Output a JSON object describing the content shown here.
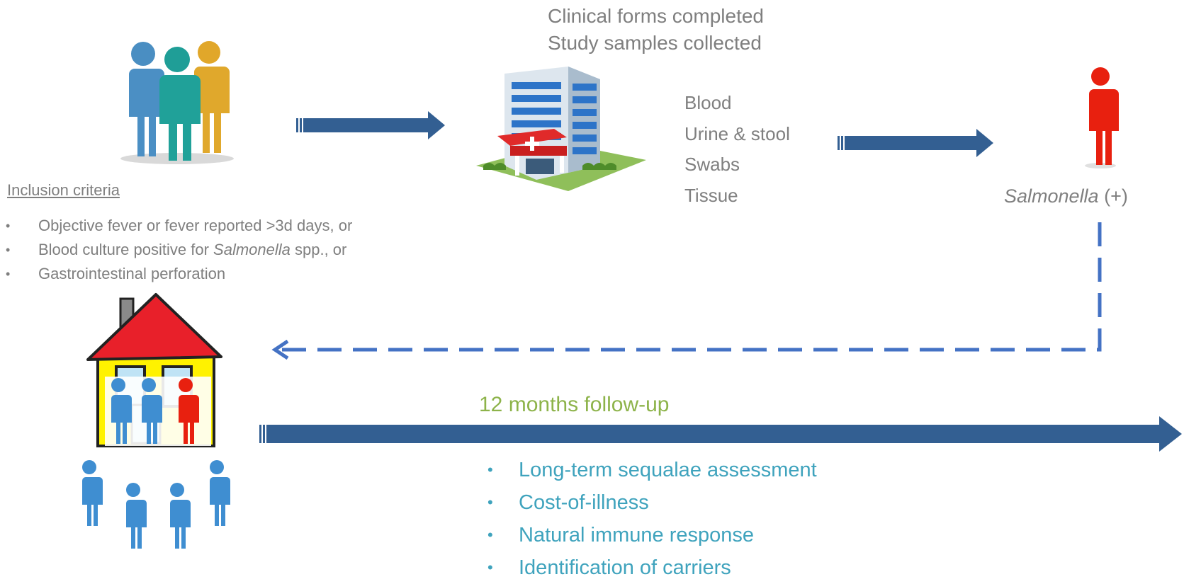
{
  "clinical": {
    "line1": "Clinical forms completed",
    "line2": "Study samples collected"
  },
  "samples": [
    "Blood",
    "Urine & stool",
    "Swabs",
    "Tissue"
  ],
  "inclusion": {
    "title": "Inclusion criteria",
    "bullet": "•",
    "criteria": [
      {
        "pre": "Objective fever or fever reported >3d days, or",
        "em": "",
        "post": ""
      },
      {
        "pre": "Blood culture positive for ",
        "em": "Salmonella",
        "post": " spp., or"
      },
      {
        "pre": "Gastrointestinal perforation",
        "em": "",
        "post": ""
      }
    ]
  },
  "positive": {
    "em": "Salmonella",
    "rest": " (+)"
  },
  "followup": {
    "label": "12 months follow-up",
    "bullet": "•",
    "items": [
      "Long-term sequalae assessment",
      "Cost-of-illness",
      "Natural immune response",
      "Identification of carriers"
    ]
  },
  "colors": {
    "arrow_blue": "#335f92",
    "dashed_blue": "#4472c4",
    "text_gray": "#7f7f7f",
    "green": "#8db34a",
    "teal": "#3fa3bd",
    "red": "#e8200f"
  },
  "icons": [
    "people-group-icon",
    "hospital-icon",
    "red-person-icon",
    "house-icon",
    "household-people-icon"
  ]
}
